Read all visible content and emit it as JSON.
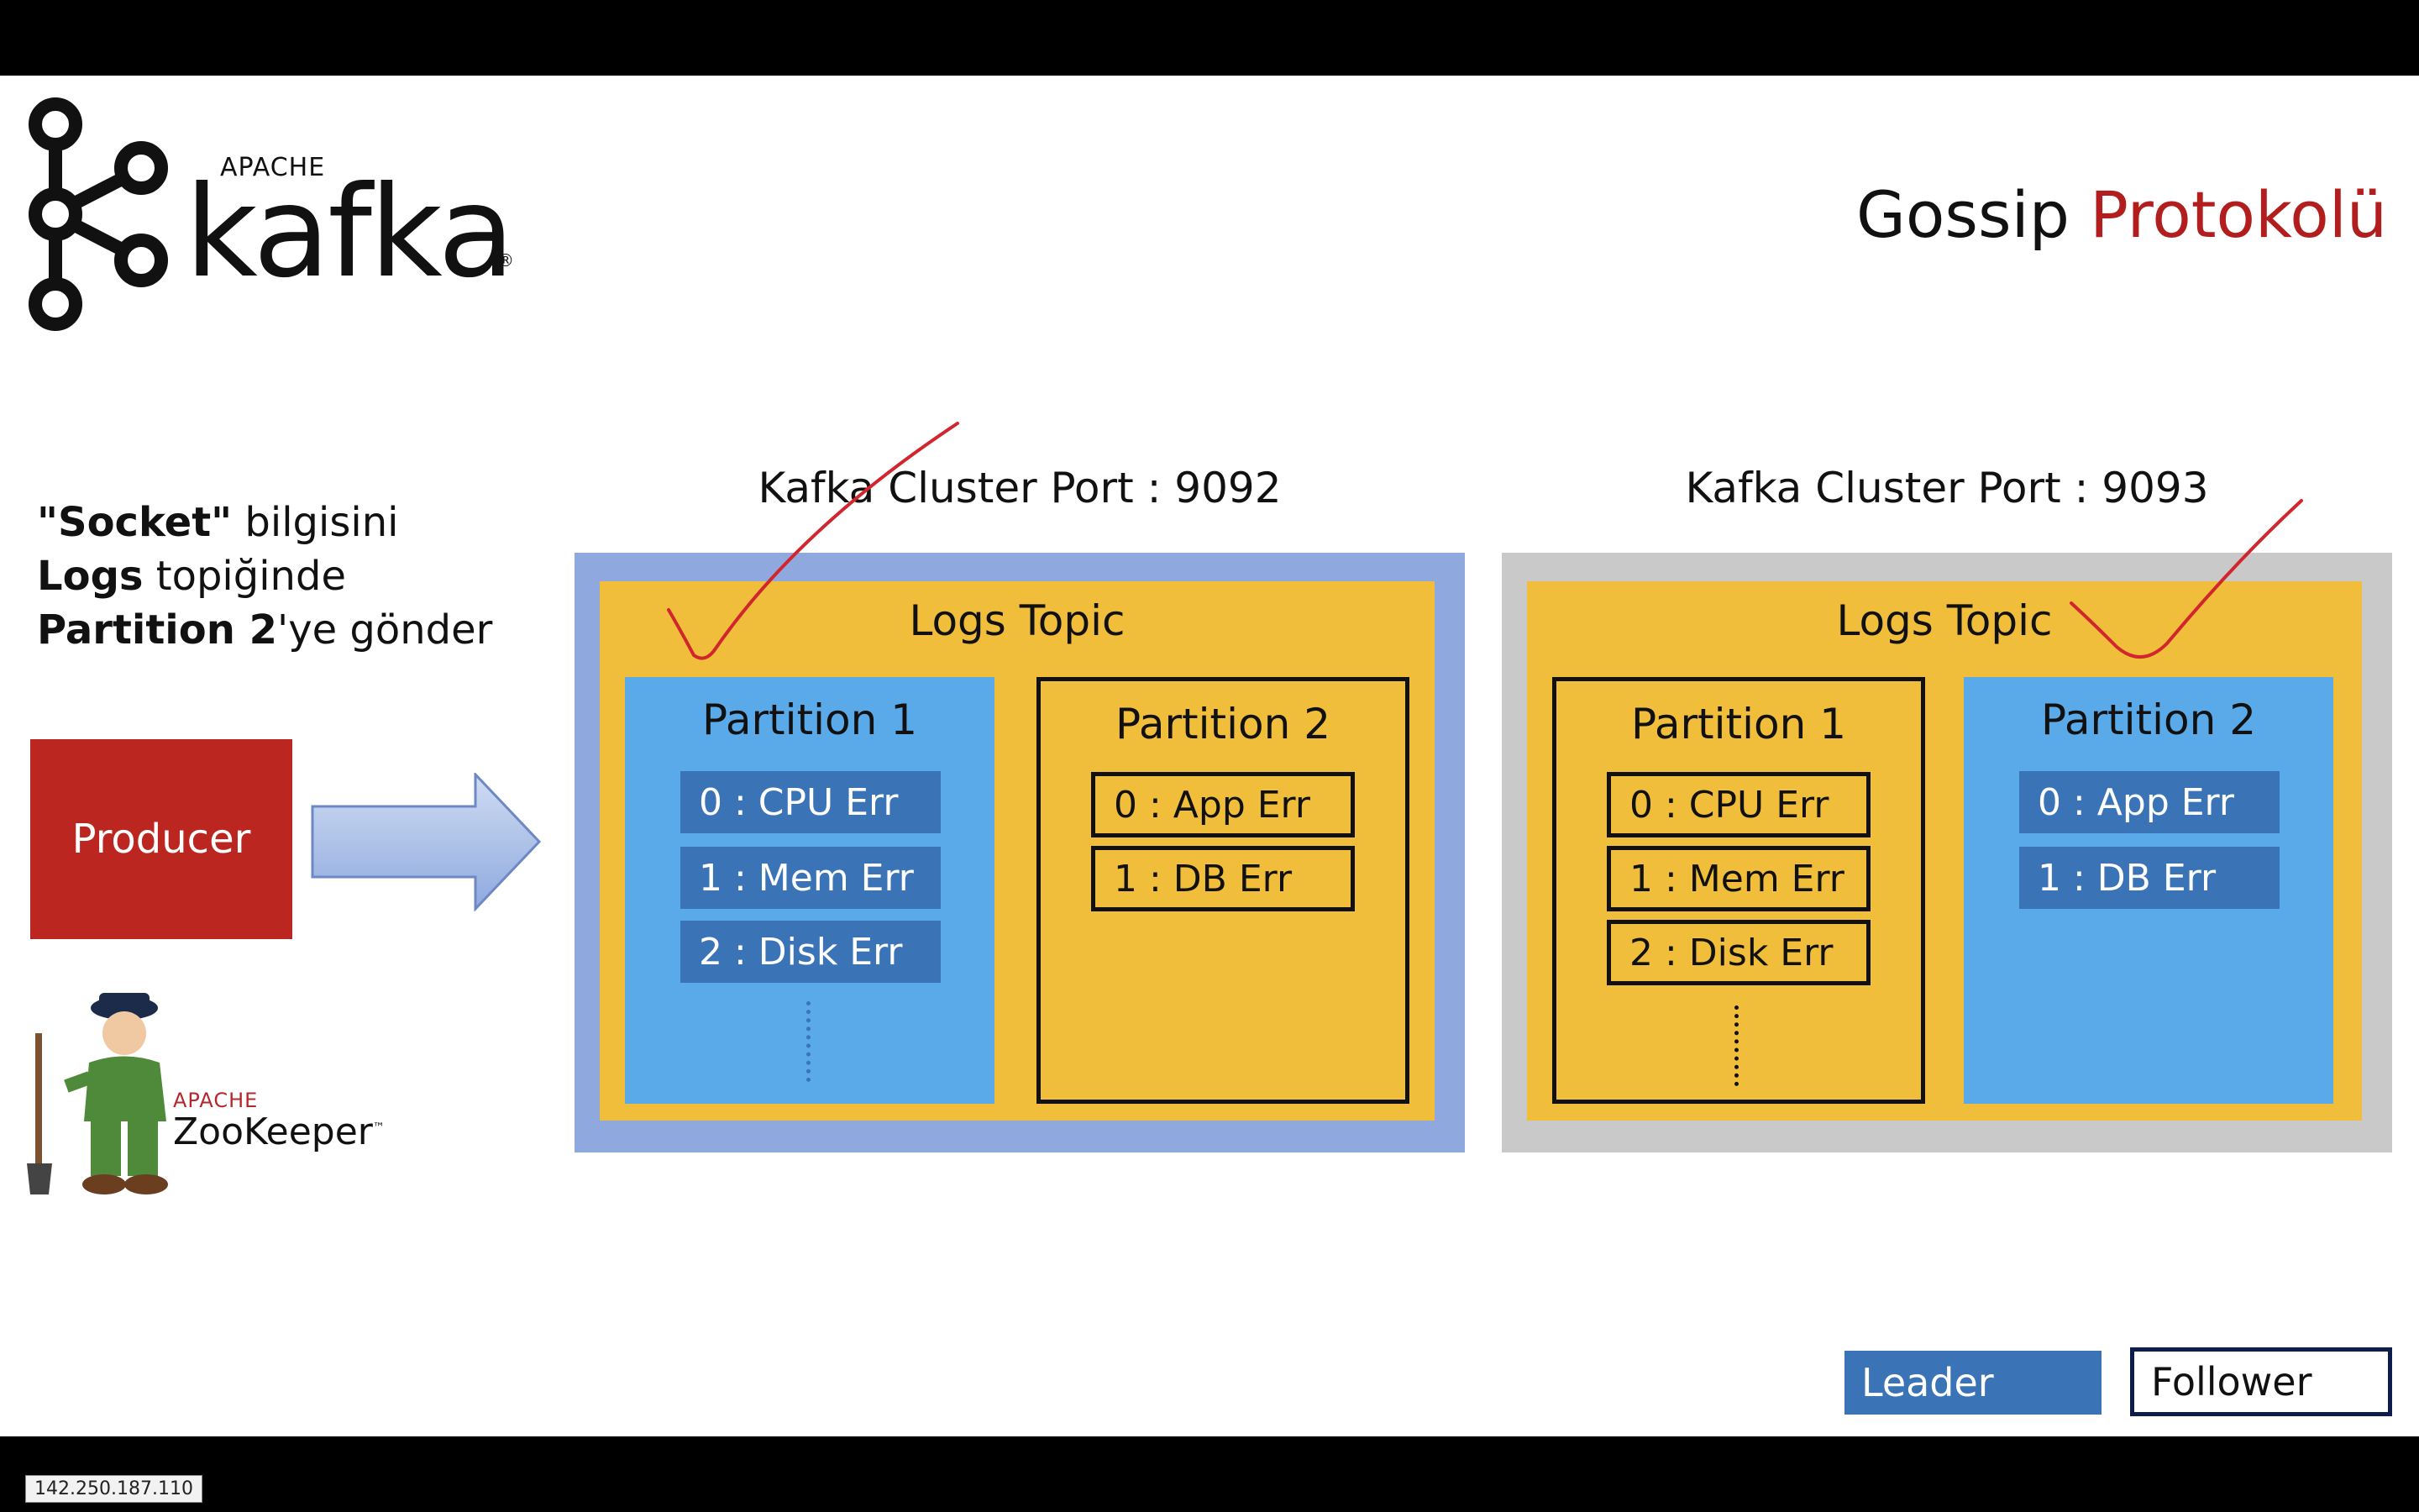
{
  "logo": {
    "apache": "APACHE",
    "name": "kafka",
    "registered": "®"
  },
  "title": {
    "part1": "Gossip",
    "part2": "Protokolü"
  },
  "instruction": {
    "line1_bold": "\"Socket\"",
    "line1_rest": " bilgisini",
    "line2_bold": "Logs",
    "line2_rest": " topiğinde",
    "line3_bold": "Partition 2",
    "line3_rest": "'ye gönder"
  },
  "producer": {
    "label": "Producer"
  },
  "zookeeper": {
    "apache": "APACHE",
    "name": "ZooKeeper",
    "tm": "™"
  },
  "clusters": [
    {
      "label": "Kafka Cluster Port : 9092",
      "topic": "Logs Topic",
      "partitions": [
        {
          "title": "Partition 1",
          "role": "leader",
          "messages": [
            "0 : CPU Err",
            "1 : Mem Err",
            "2 : Disk Err"
          ]
        },
        {
          "title": "Partition 2",
          "role": "follower",
          "messages": [
            "0 : App Err",
            "1 : DB Err"
          ]
        }
      ]
    },
    {
      "label": "Kafka Cluster Port : 9093",
      "topic": "Logs Topic",
      "partitions": [
        {
          "title": "Partition 1",
          "role": "follower",
          "messages": [
            "0 : CPU Err",
            "1 : Mem Err",
            "2 : Disk Err"
          ]
        },
        {
          "title": "Partition 2",
          "role": "leader",
          "messages": [
            "0 : App Err",
            "1 : DB Err"
          ]
        }
      ]
    }
  ],
  "legend": {
    "leader": "Leader",
    "follower": "Follower"
  },
  "status": {
    "ip": "142.250.187.110"
  },
  "colors": {
    "leader": "#3a74b7",
    "partition_leader_bg": "#5aaae9",
    "topic_bg": "#f1be3b",
    "cluster1_border": "#8fa9df",
    "cluster2_border": "#c9c9c9",
    "producer": "#bb2720",
    "accent_title": "#b21d1d",
    "checkmark": "#d2262e"
  }
}
